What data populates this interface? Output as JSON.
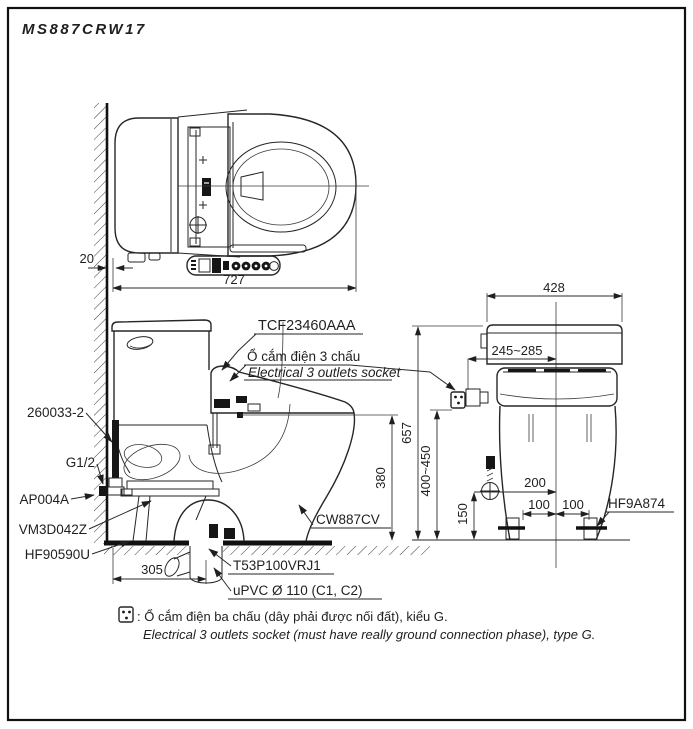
{
  "title": "MS887CRW17",
  "colors": {
    "line": "#262626",
    "background": "#ffffff",
    "border": "#111111"
  },
  "top_view": {
    "dims": {
      "total_depth": "727",
      "wall_gap": "20"
    }
  },
  "side_view": {
    "labels": {
      "seat_model": "TCF23460AAA",
      "socket_vi": "Ổ cắm điện 3 chấu",
      "socket_en": "Electrical 3 outlets socket",
      "supply_pipe": "260033-2",
      "thread_size": "G1/2",
      "angle_valve": "AP004A",
      "gasket": "VM3D042Z",
      "floor_seal": "HF90590U",
      "bowl_model": "CW887CV",
      "flange": "T53P100VRJ1",
      "drain_pipe": "uPVC Ø 110 (C1, C2)"
    },
    "dims": {
      "rim_height": "380",
      "rough_in": "305"
    }
  },
  "rear_view": {
    "labels": {
      "bolt_cap": "HF9A874"
    },
    "dims": {
      "tank_width": "428",
      "socket_offset": "245~285",
      "total_height": "657",
      "socket_height": "400~450",
      "valve_height": "150",
      "valve_offset": "200",
      "bolt_left": "100",
      "bolt_right": "100"
    }
  },
  "footnote": {
    "vi": ": Ổ cắm điện ba chấu (dây phải được nối đất), kiểu G.",
    "en": "Electrical 3 outlets socket (must have really ground connection phase), type G."
  }
}
